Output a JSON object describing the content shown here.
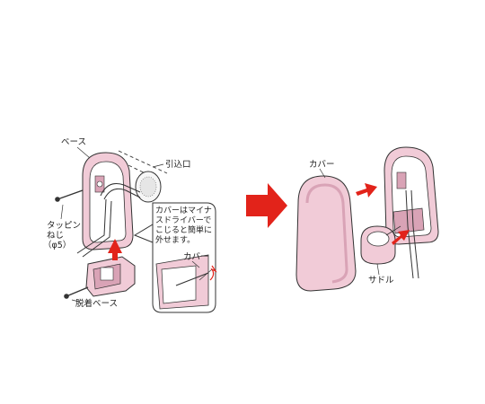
{
  "labels": {
    "base": "ベース",
    "inlet": "引込口",
    "tapping_screw_line1": "タッピン",
    "tapping_screw_line2": "ねじ",
    "tapping_screw_line3": "（φ5）",
    "detach_base": "脱着ベース",
    "cover_zoom": "カバー",
    "cover": "カバー",
    "saddle": "サドル"
  },
  "callout": {
    "line1": "カバーはマイナ",
    "line2": "スドライバーで",
    "line3": "こじると簡単に",
    "line4": "外せます。"
  },
  "colors": {
    "pink_fill": "#f1cbd7",
    "pink_dark": "#d9a3b6",
    "arrow_red": "#e2231a",
    "line": "#333333"
  }
}
